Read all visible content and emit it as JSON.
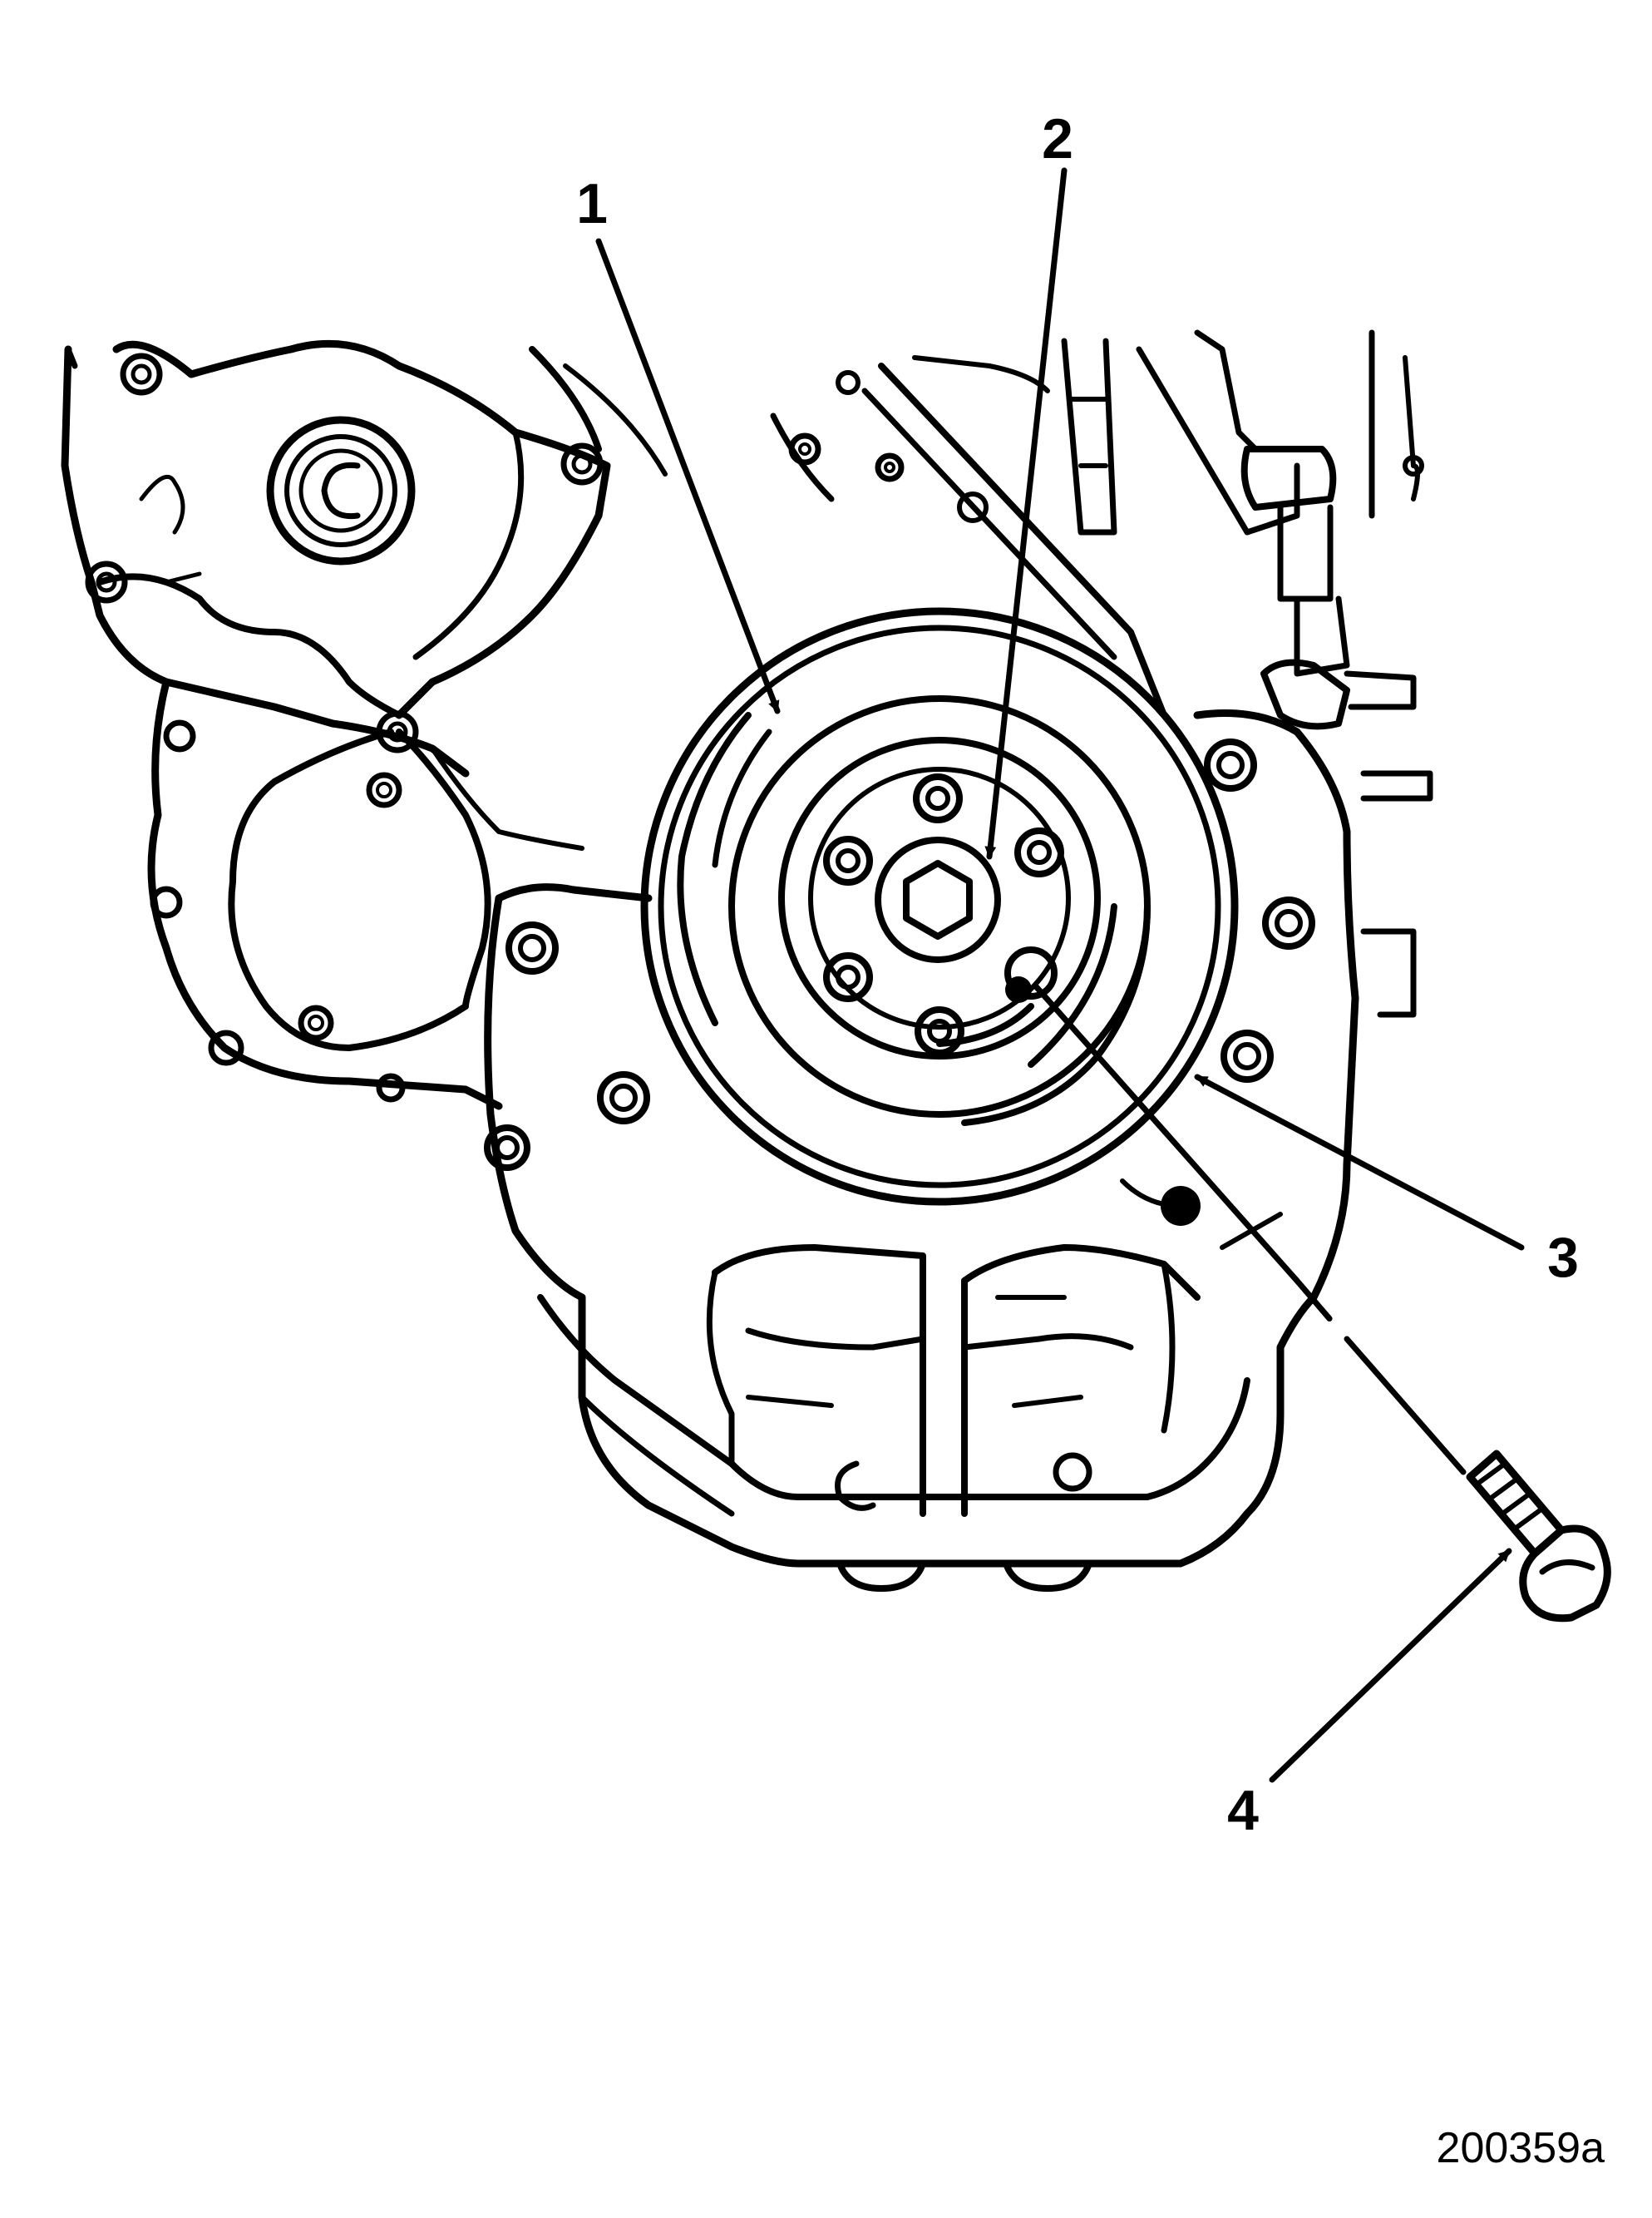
{
  "figure": {
    "id_label": "200359a",
    "ink_color": "#000000",
    "background_color": "#ffffff"
  },
  "callouts": [
    {
      "label": "1"
    },
    {
      "label": "2"
    },
    {
      "label": "3"
    },
    {
      "label": "4"
    }
  ]
}
